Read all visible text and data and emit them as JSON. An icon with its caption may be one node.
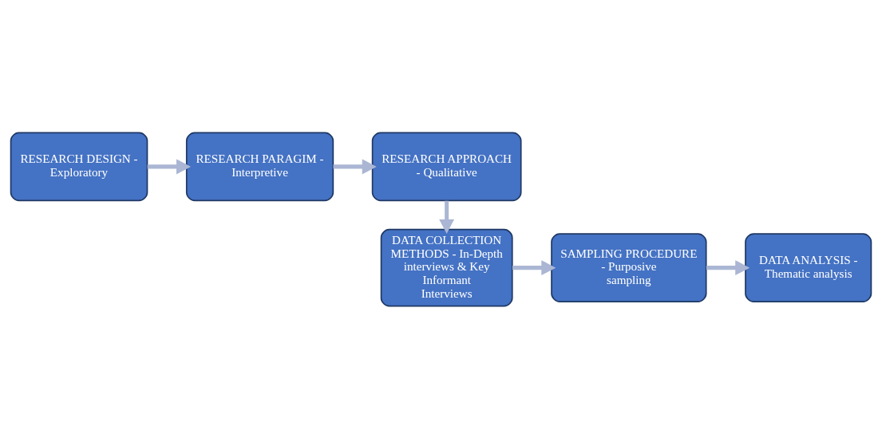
{
  "diagram": {
    "nodes": [
      {
        "text": [
          "RESEARCH DESIGN - Exploratory"
        ]
      },
      {
        "text": [
          "RESEARCH PARAGIM - Interpretive"
        ]
      },
      {
        "text": [
          "RESEARCH APPROACH - Qualitative"
        ]
      },
      {
        "text": [
          "DATA COLLECTION METHODS - In-Depth interviews & Key Informant Interviews"
        ]
      },
      {
        "text": [
          "SAMPLING PROCEDURE - Purposive sampling"
        ]
      },
      {
        "text": [
          "DATA ANALYSIS - Thematic analysis"
        ]
      }
    ],
    "edges": [
      {
        "from": 0,
        "to": 1,
        "arrow": "to"
      },
      {
        "from": 1,
        "to": 2,
        "arrow": "to"
      },
      {
        "from": 2,
        "to": 3,
        "arrow": "to"
      },
      {
        "from": 3,
        "to": 4,
        "arrow": "to"
      },
      {
        "from": 4,
        "to": 5,
        "arrow": "to"
      }
    ]
  }
}
